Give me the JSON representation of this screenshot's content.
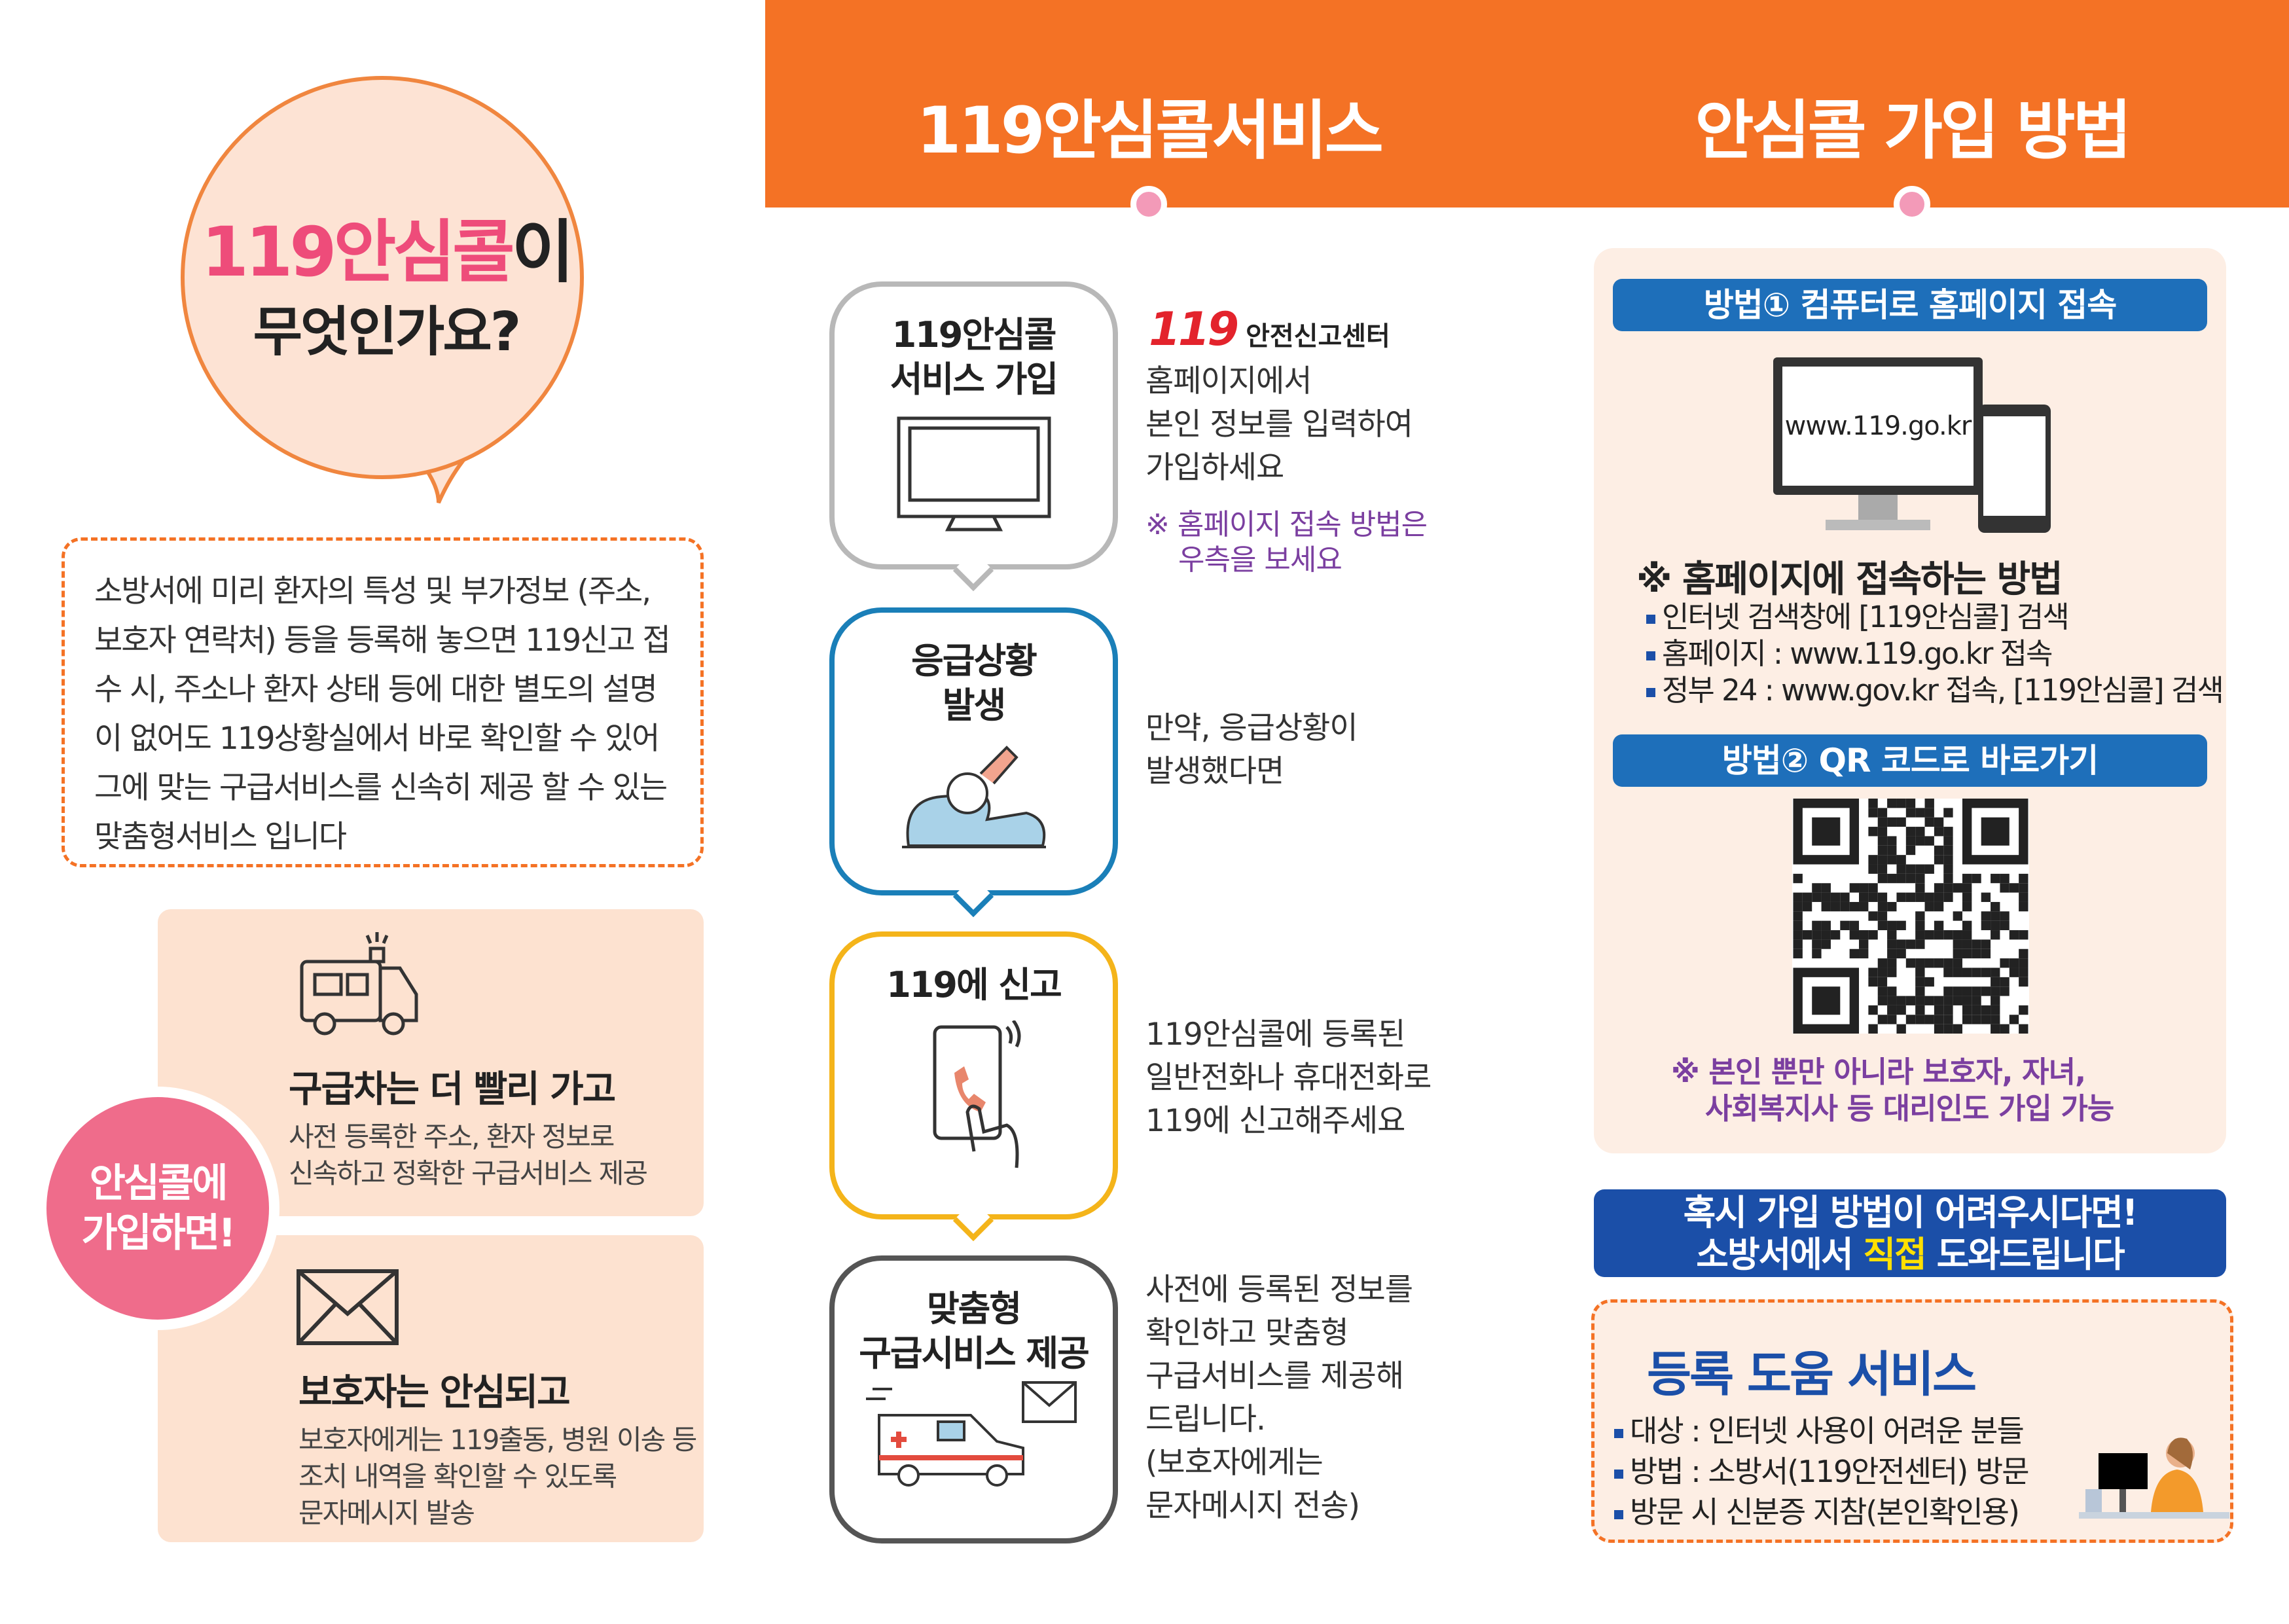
{
  "header": {
    "title_left": "119안심콜서비스",
    "title_right": "안심콜 가입 방법"
  },
  "intro": {
    "question_highlight": "119안심콜",
    "question_suffix": "이",
    "question_line2": "무엇인가요?",
    "description": "소방서에 미리 환자의 특성 및 부가정보 (주소, 보호자 연락처) 등을 등록해 놓으면 119신고 접수 시, 주소나 환자 상태 등에 대한 별도의 설명이 없어도 119상황실에서 바로 확인할 수 있어 그에 맞는 구급서비스를 신속히 제공 할 수 있는 맞춤형서비스 입니다"
  },
  "benefits": {
    "badge_line1": "안심콜에",
    "badge_line2": "가입하면!",
    "cards": [
      {
        "title": "구급차는 더 빨리 가고",
        "text1": "사전 등록한 주소, 환자 정보로",
        "text2": "신속하고 정확한 구급서비스 제공",
        "icon": "ambulance-icon"
      },
      {
        "title": "보호자는 안심되고",
        "text1": "보호자에게는 119출동, 병원 이송 등",
        "text2": "조치 내역을 확인할 수 있도록",
        "text3": "문자메시지 발송",
        "icon": "envelope-icon"
      }
    ]
  },
  "steps": [
    {
      "label1": "119안심콜",
      "label2": "서비스 가입",
      "color": "#b8b8b8",
      "logo_text": "안전신고센터",
      "logo_mark": "119",
      "text": [
        "홈페이지에서",
        "본인 정보를 입력하여",
        "가입하세요"
      ],
      "note": [
        "※ 홈페이지 접속 방법은",
        "우측을 보세요"
      ]
    },
    {
      "label1": "응급상황",
      "label2": "발생",
      "color": "#1a7fb8",
      "text": [
        "만약, 응급상황이",
        "발생했다면"
      ]
    },
    {
      "label1": "119에 신고",
      "label2": "",
      "color": "#f4b41a",
      "text": [
        "119안심콜에 등록된",
        "일반전화나 휴대전화로",
        "119에 신고해주세요"
      ]
    },
    {
      "label1": "맞춤형",
      "label2": "구급시비스 제공",
      "color": "#555555",
      "text": [
        "사전에 등록된 정보를",
        "확인하고 맞춤형",
        "구급서비스를 제공해",
        "드립니다.",
        "(보호자에게는",
        "문자메시지 전송)"
      ]
    }
  ],
  "join": {
    "method1": "방법① 컴퓨터로 홈페이지 접속",
    "monitor_url": "www.119.go.kr",
    "howto_title": "※ 홈페이지에 접속하는 방법",
    "howto": [
      "인터넷 검색창에 [119안심콜] 검색",
      "홈페이지 : www.119.go.kr 접속",
      "정부 24 : www.gov.kr 접속, [119안심콜] 검색"
    ],
    "method2": "방법② QR 코드로 바로가기",
    "note1": "※ 본인 뿐만 아니라 보호자, 자녀,",
    "note2": "사회복지사 등 대리인도 가입 가능"
  },
  "help_banner": {
    "line1": "혹시 가입 방법이 어려우시다면!",
    "line2_pre": "소방서에서 ",
    "line2_highlight": "직접",
    "line2_post": " 도와드립니다"
  },
  "help_service": {
    "title": "등록 도움 서비스",
    "items": [
      "대상 : 인터넷 사용이 어려운 분들",
      "방법 : 소방서(119안전센터) 방문",
      "방문 시 신분증 지참(본인확인용)"
    ]
  },
  "colors": {
    "orange": "#f47225",
    "pink": "#ee4c7a",
    "blue": "#1e6fba",
    "navy": "#1b4fa8",
    "peach": "#fde2d0"
  }
}
